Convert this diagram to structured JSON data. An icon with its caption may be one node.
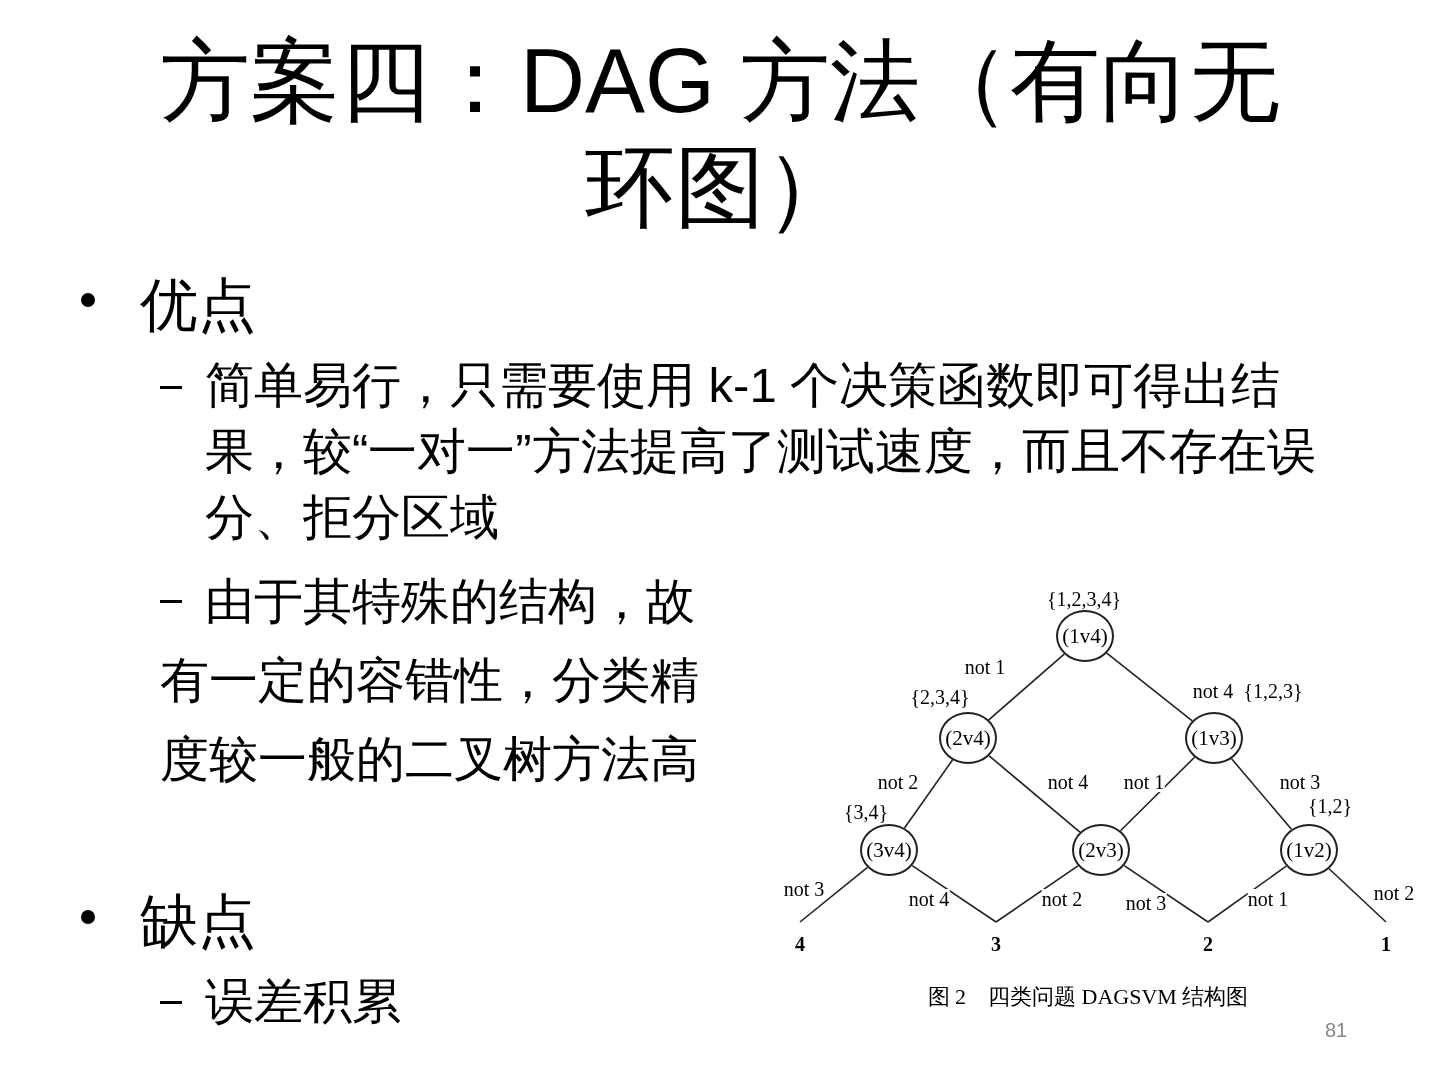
{
  "diagram": {
    "title": "方案四：DAG 方法（有向无环图）",
    "caption": "图 2　四类问题 DAGSVM 结构图",
    "nodes": [
      {
        "text": [
          "(1v4)"
        ],
        "beside": [
          "{1,2,3,4}"
        ]
      },
      {
        "text": [
          "(2v4)"
        ],
        "beside": [
          "{2,3,4}"
        ]
      },
      {
        "text": [
          "(1v3)"
        ],
        "beside": [
          "{1,2,3}"
        ]
      },
      {
        "text": [
          "(3v4)"
        ],
        "beside": [
          "{3,4}"
        ]
      },
      {
        "text": [
          "(2v3)"
        ]
      },
      {
        "text": [
          "(1v2)"
        ],
        "beside": [
          "{1,2}"
        ]
      },
      {
        "text": [
          "4"
        ]
      },
      {
        "text": [
          "3"
        ]
      },
      {
        "text": [
          "2"
        ]
      },
      {
        "text": [
          "1"
        ]
      }
    ],
    "edges": [
      {
        "from": 0,
        "to": 1,
        "arrow": "none",
        "label": "not 1"
      },
      {
        "from": 0,
        "to": 2,
        "arrow": "none",
        "label": "not 4"
      },
      {
        "from": 1,
        "to": 3,
        "arrow": "none",
        "label": "not 2"
      },
      {
        "from": 1,
        "to": 4,
        "arrow": "none",
        "label": "not 4"
      },
      {
        "from": 2,
        "to": 4,
        "arrow": "none",
        "label": "not 1"
      },
      {
        "from": 2,
        "to": 5,
        "arrow": "none",
        "label": "not 3"
      },
      {
        "from": 3,
        "to": 6,
        "arrow": "none",
        "label": "not 3"
      },
      {
        "from": 3,
        "to": 7,
        "arrow": "none",
        "label": "not 4"
      },
      {
        "from": 4,
        "to": 7,
        "arrow": "none",
        "label": "not 2"
      },
      {
        "from": 4,
        "to": 8,
        "arrow": "none",
        "label": "not 3"
      },
      {
        "from": 5,
        "to": 8,
        "arrow": "none",
        "label": "not 1"
      },
      {
        "from": 5,
        "to": 9,
        "arrow": "none",
        "label": "not 2"
      }
    ],
    "labels": [
      "优点",
      "简单易行，只需要使用 k-1 个决策函数即可得出结果，较“一对一”方法提高了测试速度，而且不存在误分、拒分区域",
      "由于其特殊的结构，故有一定的容错性，分类精度较一般的二叉树方法高",
      "缺点",
      "误差积累",
      "81"
    ]
  }
}
